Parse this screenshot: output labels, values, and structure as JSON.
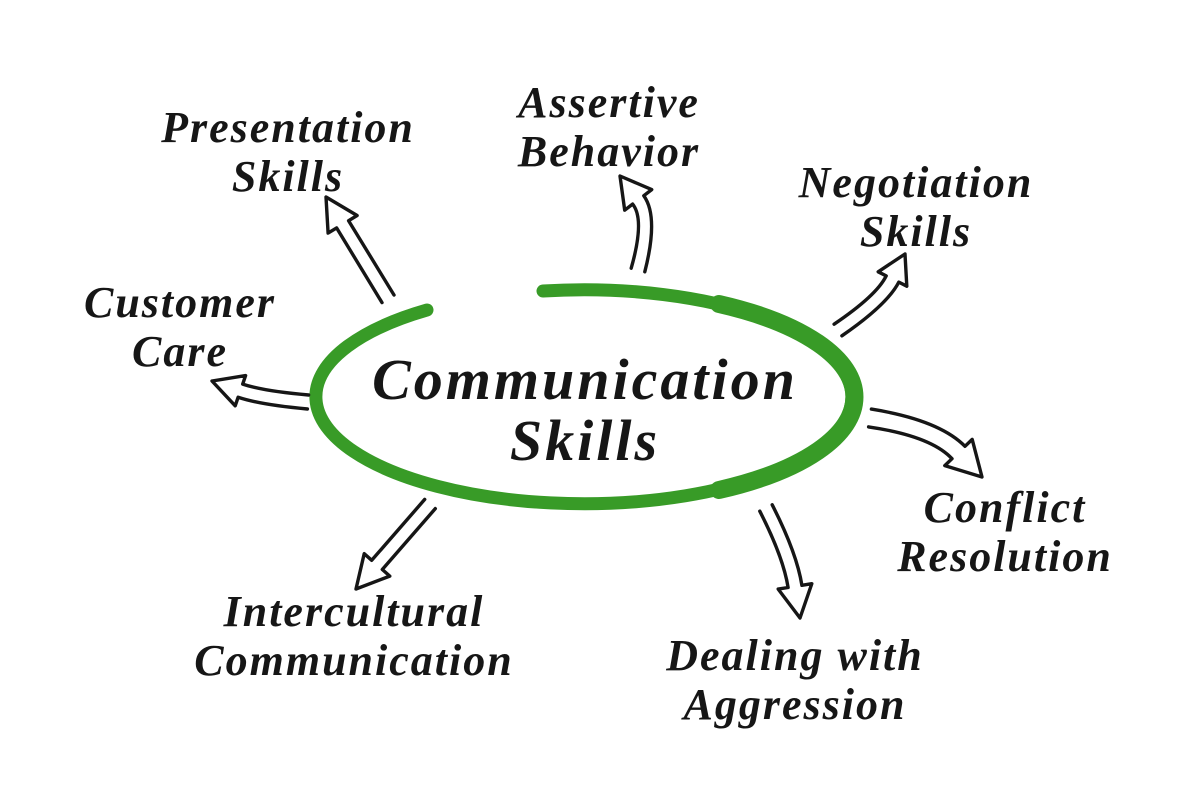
{
  "diagram": {
    "type": "mind-map",
    "background_color": "#ffffff",
    "text_color": "#161616",
    "center": {
      "id": "communication-skills",
      "line1": "Communication",
      "line2": "Skills",
      "ellipse_color": "#389b27"
    },
    "nodes": [
      {
        "id": "presentation-skills",
        "line1": "Presentation",
        "line2": "Skills"
      },
      {
        "id": "assertive-behavior",
        "line1": "Assertive",
        "line2": "Behavior"
      },
      {
        "id": "negotiation-skills",
        "line1": "Negotiation",
        "line2": "Skills"
      },
      {
        "id": "customer-care",
        "line1": "Customer",
        "line2": "Care"
      },
      {
        "id": "conflict-resolution",
        "line1": "Conflict",
        "line2": "Resolution"
      },
      {
        "id": "intercultural-communication",
        "line1": "Intercultural",
        "line2": "Communication"
      },
      {
        "id": "dealing-with-aggression",
        "line1": "Dealing with",
        "line2": "Aggression"
      }
    ],
    "edges": [
      {
        "from": "communication-skills",
        "to": "presentation-skills"
      },
      {
        "from": "communication-skills",
        "to": "assertive-behavior"
      },
      {
        "from": "communication-skills",
        "to": "negotiation-skills"
      },
      {
        "from": "communication-skills",
        "to": "customer-care"
      },
      {
        "from": "communication-skills",
        "to": "conflict-resolution"
      },
      {
        "from": "communication-skills",
        "to": "intercultural-communication"
      },
      {
        "from": "communication-skills",
        "to": "dealing-with-aggression"
      }
    ]
  }
}
